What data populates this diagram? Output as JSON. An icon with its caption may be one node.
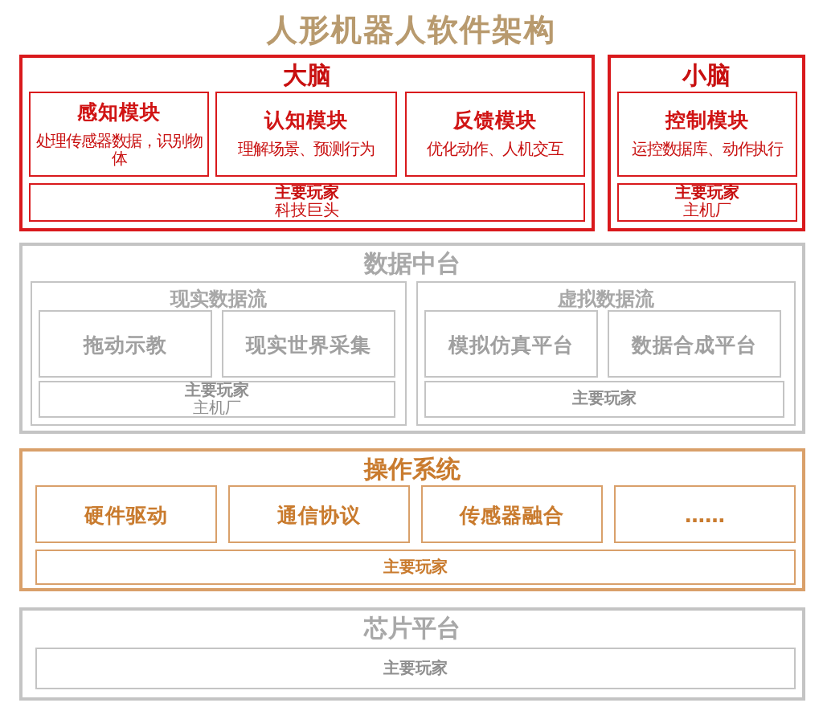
{
  "diagram": {
    "title": "人形机器人软件架构",
    "nodes": [
      {
        "text": [
          "大脑"
        ]
      },
      {
        "text": [
          "感知模块",
          "处理传感器数据，识别物体"
        ],
        "in": 0
      },
      {
        "text": [
          "认知模块",
          "理解场景、预测行为"
        ],
        "in": 0
      },
      {
        "text": [
          "反馈模块",
          "优化动作、人机交互"
        ],
        "in": 0
      },
      {
        "text": [
          "主要玩家",
          "科技巨头"
        ],
        "in": 0
      },
      {
        "text": [
          "小脑"
        ]
      },
      {
        "text": [
          "控制模块",
          "运控数据库、动作执行"
        ],
        "in": 5
      },
      {
        "text": [
          "主要玩家",
          "主机厂"
        ],
        "in": 5
      },
      {
        "text": [
          "数据中台"
        ]
      },
      {
        "text": [
          "现实数据流"
        ],
        "in": 8
      },
      {
        "text": [
          "拖动示教"
        ],
        "in": 9
      },
      {
        "text": [
          "现实世界采集"
        ],
        "in": 9
      },
      {
        "text": [
          "主要玩家",
          "主机厂"
        ],
        "in": 9
      },
      {
        "text": [
          "虚拟数据流"
        ],
        "in": 8
      },
      {
        "text": [
          "模拟仿真平台"
        ],
        "in": 13
      },
      {
        "text": [
          "数据合成平台"
        ],
        "in": 13
      },
      {
        "text": [
          "主要玩家"
        ],
        "in": 13
      },
      {
        "text": [
          "操作系统"
        ]
      },
      {
        "text": [
          "硬件驱动"
        ],
        "in": 17
      },
      {
        "text": [
          "通信协议"
        ],
        "in": 17
      },
      {
        "text": [
          "传感器融合"
        ],
        "in": 17
      },
      {
        "text": [
          "……"
        ],
        "in": 17
      },
      {
        "text": [
          "主要玩家"
        ],
        "in": 17
      },
      {
        "text": [
          "芯片平台"
        ]
      },
      {
        "text": [
          "主要玩家"
        ],
        "in": 23
      }
    ]
  }
}
